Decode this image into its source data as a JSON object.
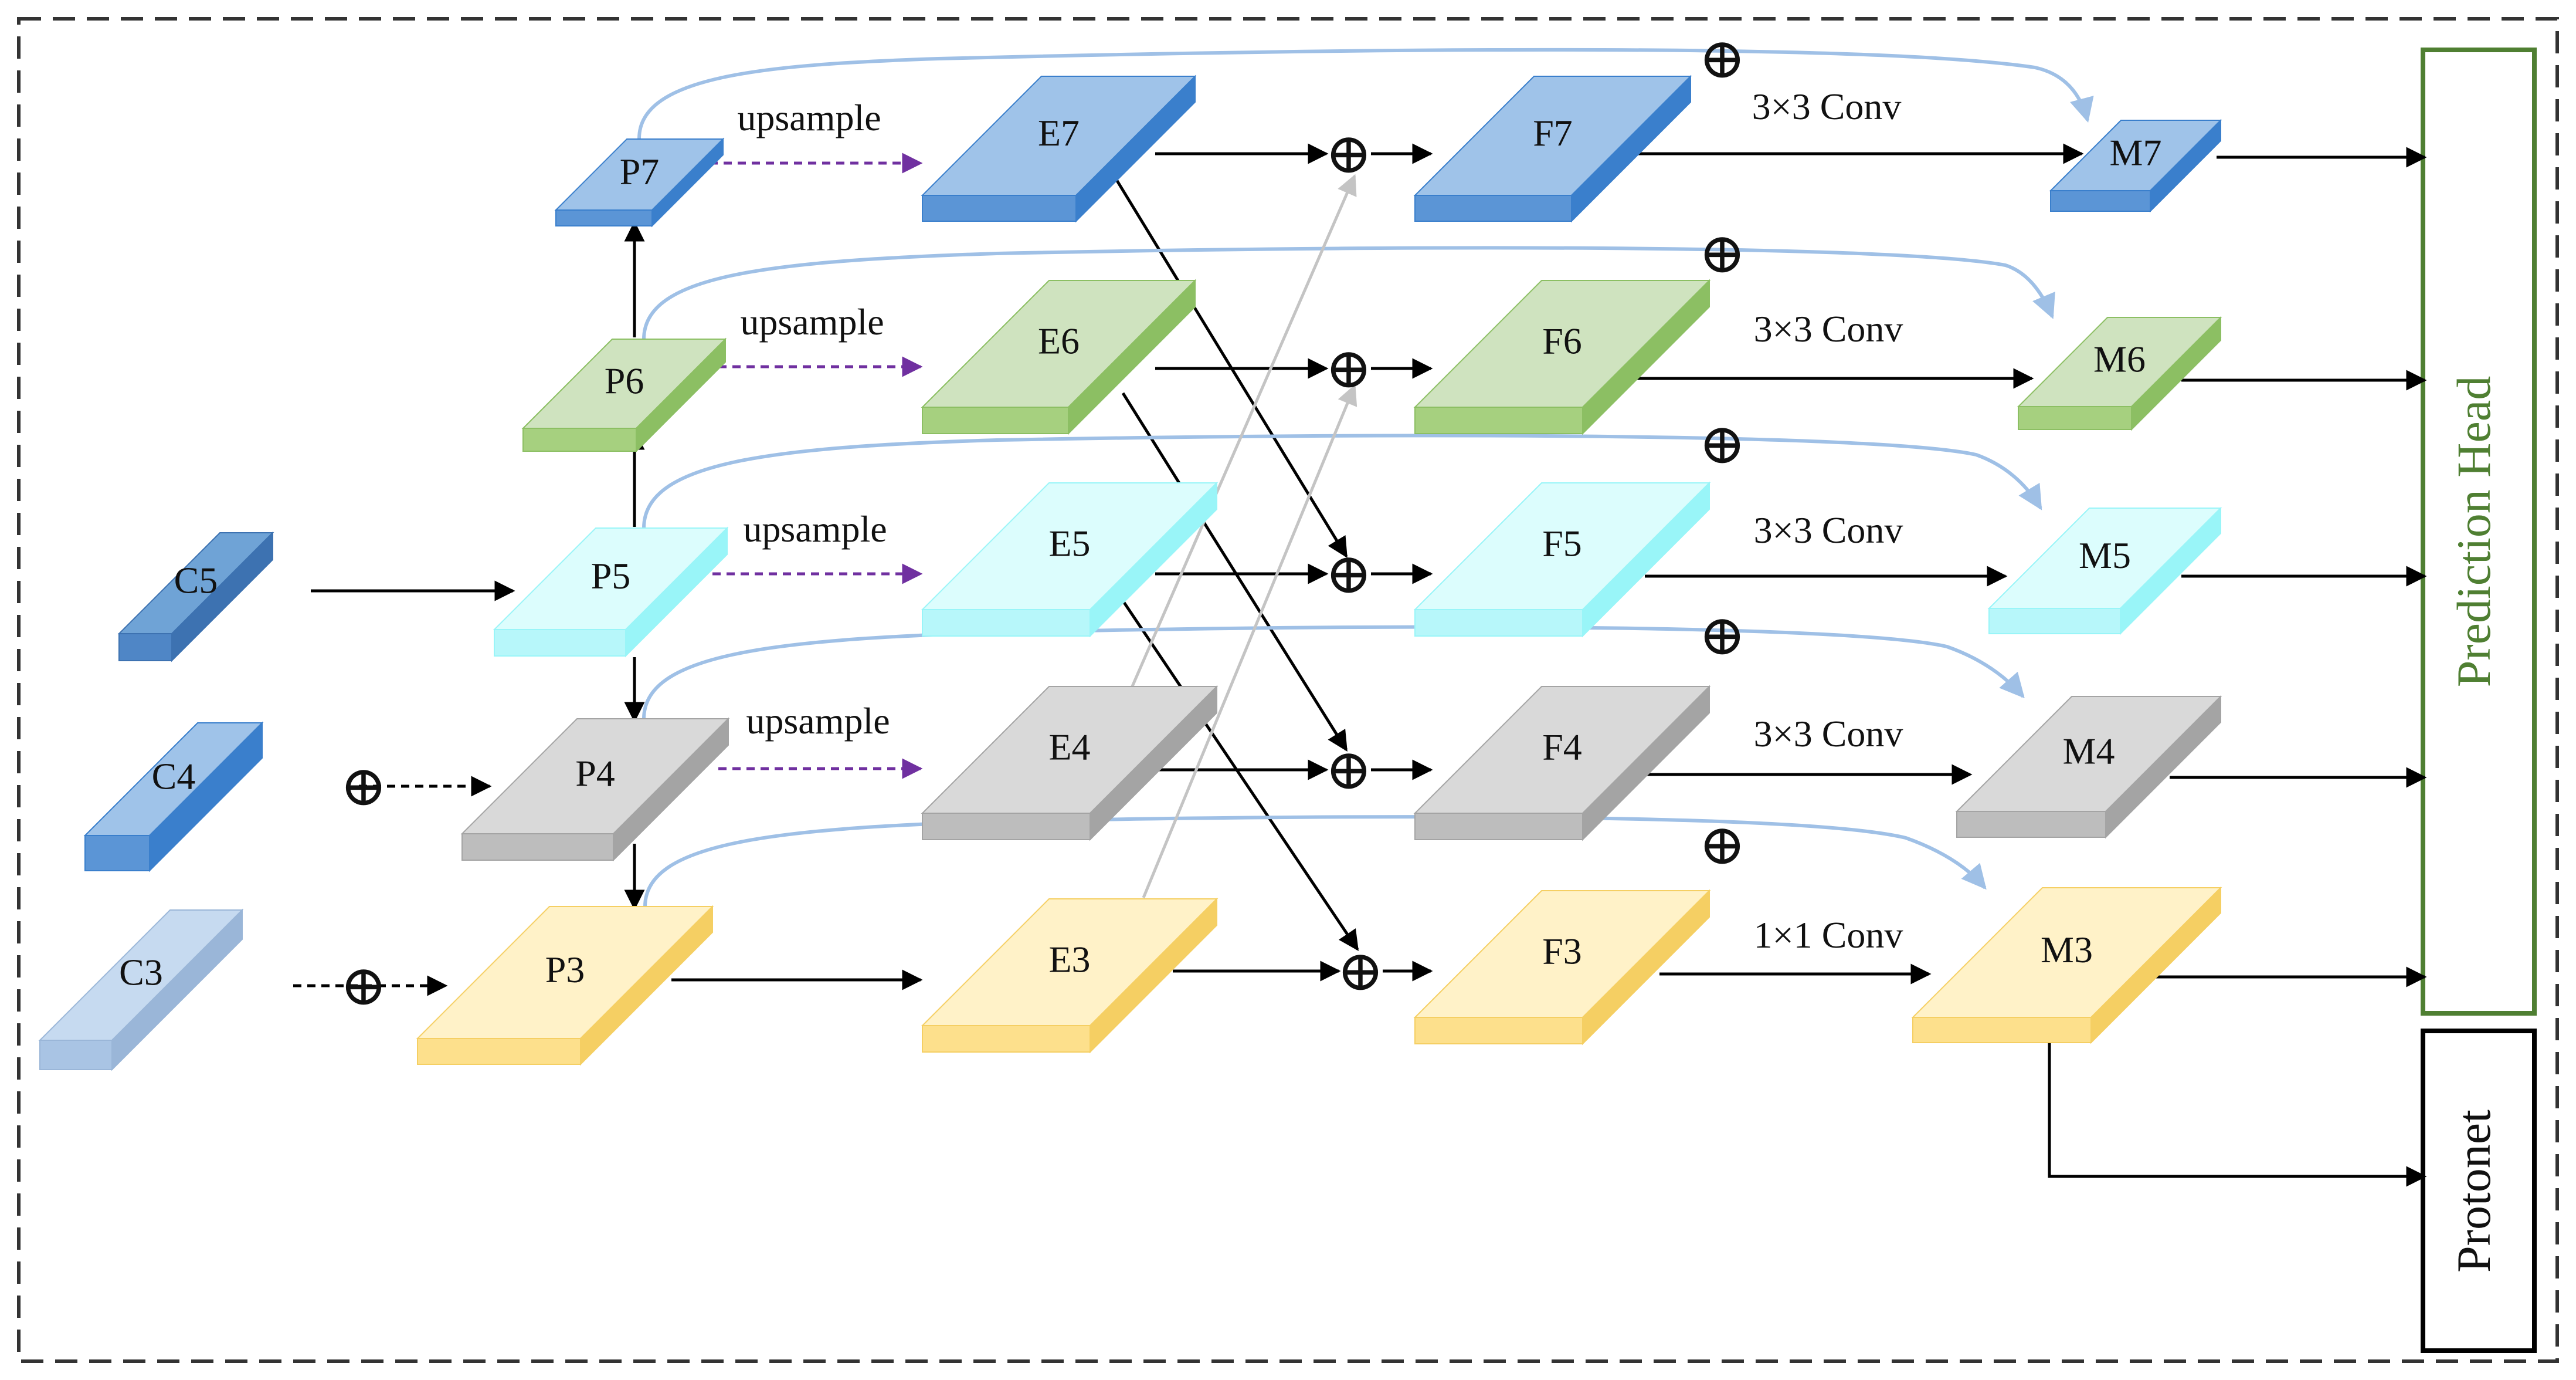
{
  "colors": {
    "blue_dark": {
      "top": "#6fa3d6",
      "side": "#3d72b1",
      "front": "#4f86c6"
    },
    "blue_mid": {
      "top": "#9fc3e9",
      "side": "#3a7fcc",
      "front": "#5b95d6"
    },
    "blue_light": {
      "top": "#c6daf0",
      "side": "#9ab6d8",
      "front": "#a9c4e4"
    },
    "green": {
      "top": "#cfe3bf",
      "side": "#8cbf63",
      "front": "#a6d07f"
    },
    "cyan": {
      "top": "#dcfdfd",
      "side": "#99f5f8",
      "front": "#b7f7fa"
    },
    "gray": {
      "top": "#d9d9d9",
      "side": "#a4a4a4",
      "front": "#bdbdbd"
    },
    "yellow": {
      "top": "#fff2c8",
      "side": "#f5cf63",
      "front": "#fde08c"
    },
    "panel_green": "#4f7f32",
    "skip_arc": "#9fc0e6",
    "upsample_arrow": "#7030a0",
    "gray_arrow": "#c4c4c4"
  },
  "blocks": {
    "C5": {
      "label": "C5",
      "color": "blue_dark"
    },
    "C4": {
      "label": "C4",
      "color": "blue_mid"
    },
    "C3": {
      "label": "C3",
      "color": "blue_light"
    },
    "P7": {
      "label": "P7",
      "color": "blue_mid"
    },
    "P6": {
      "label": "P6",
      "color": "green"
    },
    "P5": {
      "label": "P5",
      "color": "cyan"
    },
    "P4": {
      "label": "P4",
      "color": "gray"
    },
    "P3": {
      "label": "P3",
      "color": "yellow"
    },
    "E7": {
      "label": "E7",
      "color": "blue_mid"
    },
    "E6": {
      "label": "E6",
      "color": "green"
    },
    "E5": {
      "label": "E5",
      "color": "cyan"
    },
    "E4": {
      "label": "E4",
      "color": "gray"
    },
    "E3": {
      "label": "E3",
      "color": "yellow"
    },
    "F7": {
      "label": "F7",
      "color": "blue_mid"
    },
    "F6": {
      "label": "F6",
      "color": "green"
    },
    "F5": {
      "label": "F5",
      "color": "cyan"
    },
    "F4": {
      "label": "F4",
      "color": "gray"
    },
    "F3": {
      "label": "F3",
      "color": "yellow"
    },
    "M7": {
      "label": "M7",
      "color": "blue_mid"
    },
    "M6": {
      "label": "M6",
      "color": "green"
    },
    "M5": {
      "label": "M5",
      "color": "cyan"
    },
    "M4": {
      "label": "M4",
      "color": "gray"
    },
    "M3": {
      "label": "M3",
      "color": "yellow"
    }
  },
  "labels": {
    "upsample": [
      "upsample",
      "upsample",
      "upsample",
      "upsample"
    ],
    "conv": [
      "3×3 Conv",
      "3×3 Conv",
      "3×3 Conv",
      "3×3 Conv",
      "1×1 Conv"
    ]
  },
  "operator_symbol": "⊕",
  "panels": {
    "prediction_head": "Prediction Head",
    "protonet": "Protonet"
  }
}
